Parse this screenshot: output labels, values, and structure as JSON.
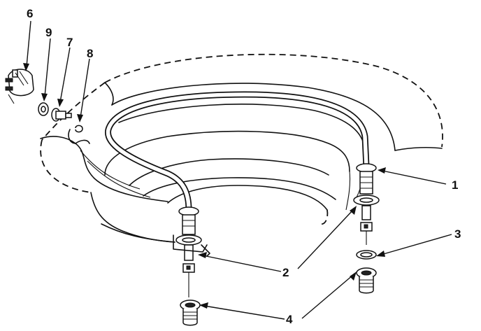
{
  "diagram": {
    "callouts": [
      {
        "id": "callout-1",
        "label": "1"
      },
      {
        "id": "callout-2",
        "label": "2"
      },
      {
        "id": "callout-3",
        "label": "3"
      },
      {
        "id": "callout-4",
        "label": "4"
      },
      {
        "id": "callout-6",
        "label": "6"
      },
      {
        "id": "callout-7",
        "label": "7"
      },
      {
        "id": "callout-8",
        "label": "8"
      },
      {
        "id": "callout-9",
        "label": "9"
      }
    ]
  }
}
